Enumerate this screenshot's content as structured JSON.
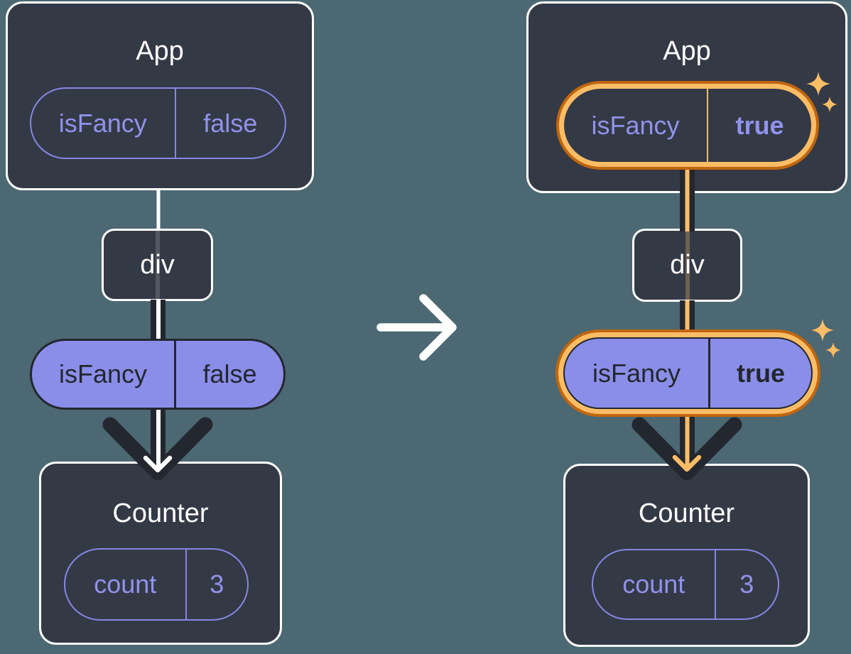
{
  "colors": {
    "background": "#4C6872",
    "card": "#343946",
    "card_border": "#FFFFFF",
    "purple_fill": "#8B8EE8",
    "purple_line": "#8587E4",
    "purple_text": "#9093EB",
    "dark_ink": "#23272F",
    "orange_dark": "#C0660F",
    "orange_light": "#FABD66"
  },
  "icons": {
    "transition_arrow": "white right-arrow between before and after trees",
    "sparkle": "four-point star highlight",
    "flow_arrowhead": "downward chevron arrowhead"
  },
  "before": {
    "app": {
      "title": "App",
      "prop": {
        "name": "isFancy",
        "value": "false"
      }
    },
    "div_label": "div",
    "passed_prop": {
      "name": "isFancy",
      "value": "false"
    },
    "counter": {
      "title": "Counter",
      "state": {
        "name": "count",
        "value": "3"
      }
    }
  },
  "after": {
    "app": {
      "title": "App",
      "prop": {
        "name": "isFancy",
        "value": "true"
      }
    },
    "div_label": "div",
    "passed_prop": {
      "name": "isFancy",
      "value": "true"
    },
    "counter": {
      "title": "Counter",
      "state": {
        "name": "count",
        "value": "3"
      }
    }
  }
}
